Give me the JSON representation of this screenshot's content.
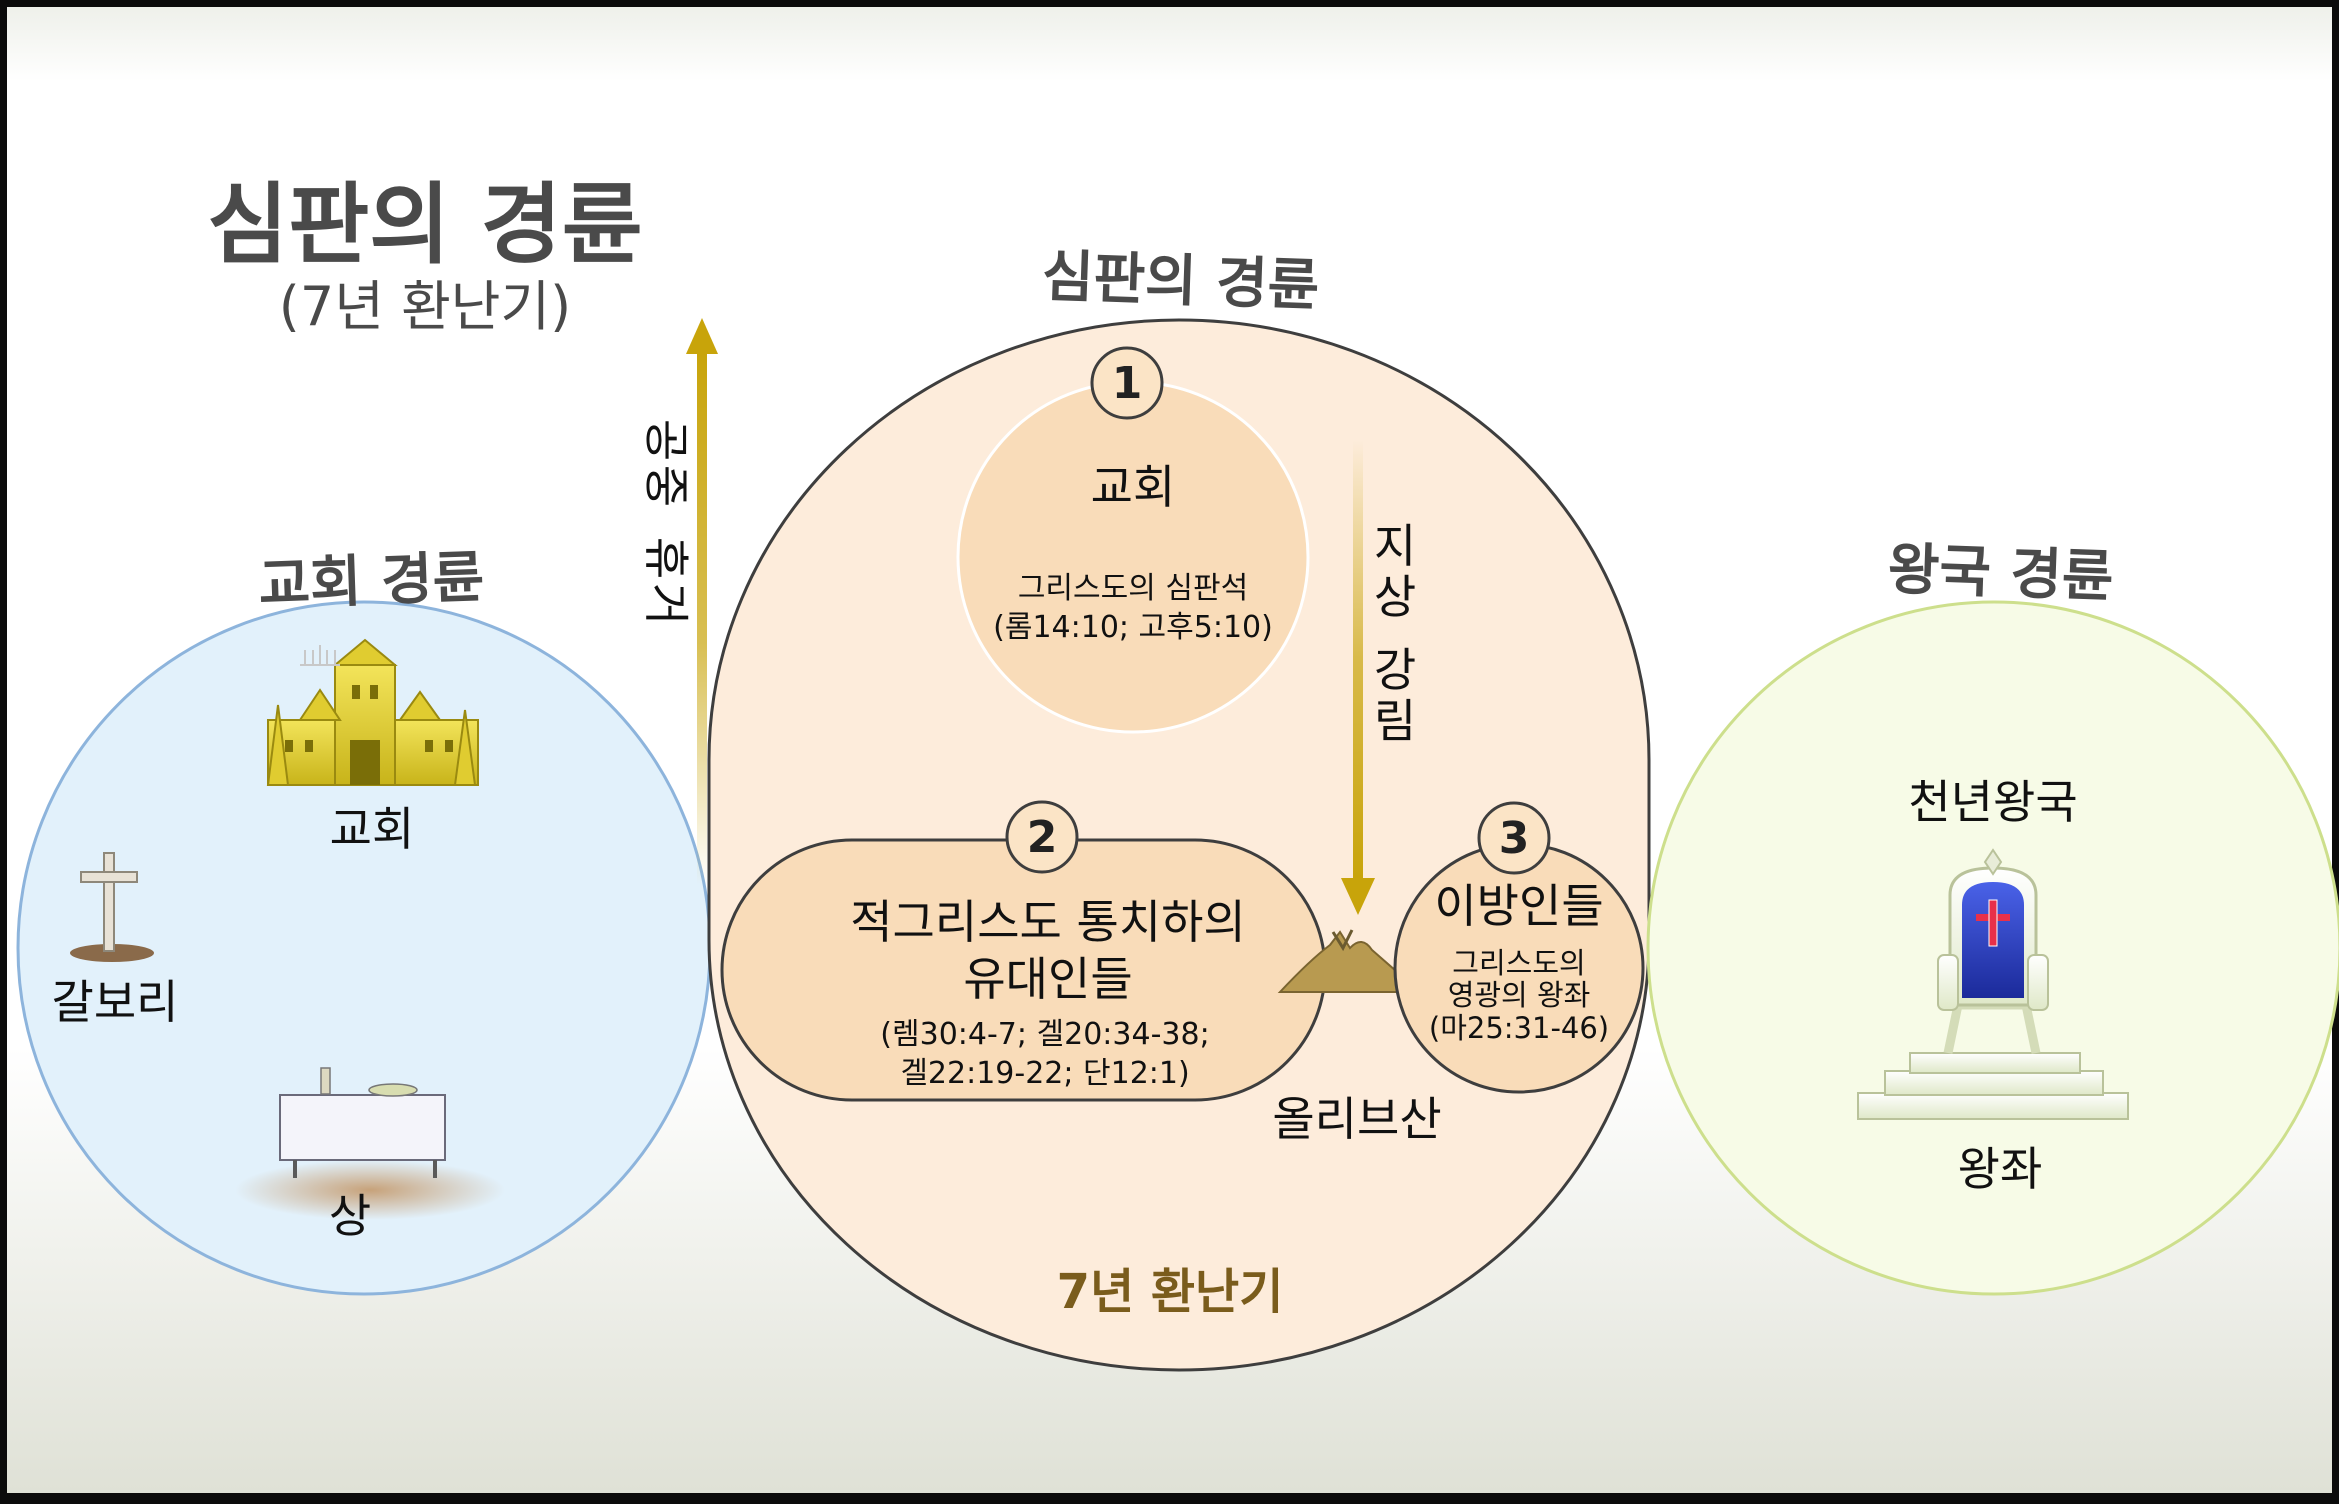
{
  "main_title": "심판의 경륜",
  "main_subtitle": "(7년 환난기)",
  "church_economy": {
    "title": "교회 경륜",
    "church_label": "교회",
    "calvary_label": "갈보리",
    "table_label": "상"
  },
  "rapture_label": [
    "공",
    "중",
    "휴",
    "거"
  ],
  "judgment_economy": {
    "title": "심판의 경륜",
    "tribulation_label": "7년 환난기",
    "group1": {
      "number": "1",
      "title": "교회",
      "line1": "그리스도의 심판석",
      "line2": "(롬14:10; 고후5:10)"
    },
    "group2": {
      "number": "2",
      "title_line1": "적그리스도 통치하의",
      "title_line2": "유대인들",
      "ref_line1": "(렘30:4-7; 겔20:34-38;",
      "ref_line2": "겔22:19-22; 단12:1)"
    },
    "group3": {
      "number": "3",
      "title": "이방인들",
      "line1": "그리스도의",
      "line2": "영광의 왕좌",
      "line3": "(마25:31-46)"
    },
    "descent_label": [
      "지",
      "상",
      "강",
      "림"
    ],
    "olivet_label": "올리브산"
  },
  "kingdom_economy": {
    "title": "왕국 경륜",
    "millennium_label": "천년왕국",
    "throne_label": "왕좌"
  },
  "colors": {
    "church_fill": "#e2f1fb",
    "church_stroke": "#8db4dc",
    "judgment_fill": "#fdecdb",
    "group_fill": "#f9dcb9",
    "kingdom_fill": "#f7fbe7",
    "kingdom_stroke": "#cddf8c",
    "arrow_gold": "#c8a40a",
    "tribulation_text": "#7a5c1c"
  }
}
